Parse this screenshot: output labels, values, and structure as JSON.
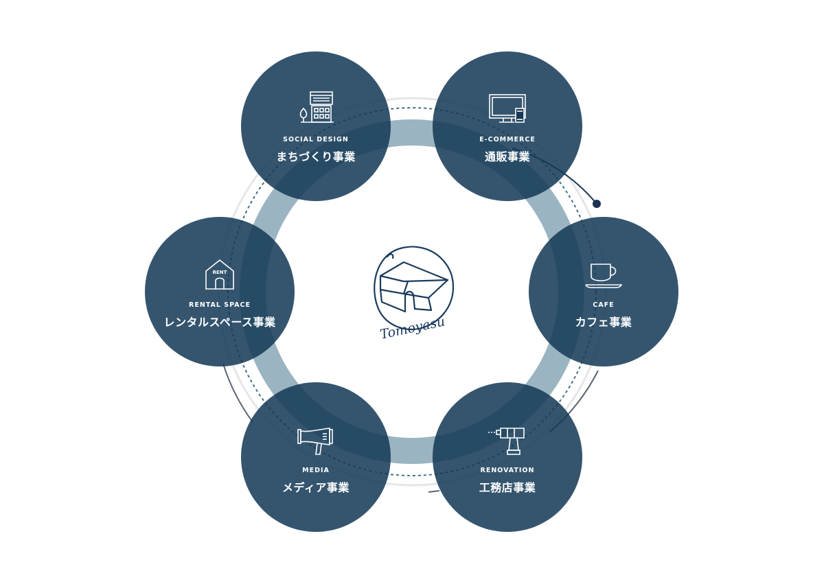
{
  "diagram": {
    "center_logo_text": "Tomoyasu",
    "nodes": [
      {
        "id": "social",
        "en": "SOCIAL DESIGN",
        "jp": "まちづくり事業",
        "icon": "building-icon"
      },
      {
        "id": "ecommerce",
        "en": "E-COMMERCE",
        "jp": "通販事業",
        "icon": "monitor-icon"
      },
      {
        "id": "rental",
        "en": "RENTAL SPACE",
        "jp": "レンタルスペース事業",
        "icon": "house-rent-icon",
        "icon_label": "RENT"
      },
      {
        "id": "cafe",
        "en": "CAFE",
        "jp": "カフェ事業",
        "icon": "coffee-cup-icon"
      },
      {
        "id": "media",
        "en": "MEDIA",
        "jp": "メディア事業",
        "icon": "megaphone-icon"
      },
      {
        "id": "renovation",
        "en": "RENOVATION",
        "jp": "工務店事業",
        "icon": "drill-icon"
      }
    ]
  },
  "colors": {
    "node_fill": "#143956",
    "ring_fill": "#9bb4c1",
    "guide_line": "#e4e6ea",
    "dash_line": "#3f6f86",
    "accent_dark": "#1a3a5c"
  }
}
